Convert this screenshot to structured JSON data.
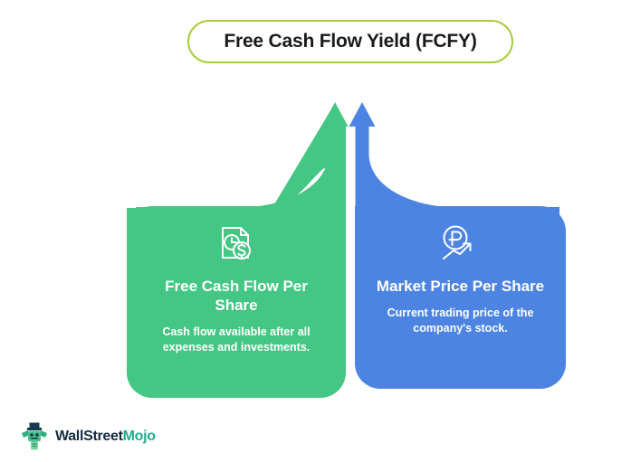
{
  "title": {
    "text": "Free Cash Flow Yield (FCFY)"
  },
  "colors": {
    "pill_border": "#a6ce39",
    "green": "#44c684",
    "blue": "#4d84e2",
    "card_text": "#ffffff",
    "title_text": "#1a1a1a",
    "logo_dark": "#152b3f",
    "logo_green": "#1fae8f",
    "background": "#ffffff"
  },
  "cards": [
    {
      "id": "free-cash-flow-per-share",
      "title": "Free Cash Flow Per Share",
      "description": "Cash flow available after all expenses and investments.",
      "icon": "document-clock-dollar-icon",
      "color": "#44c684",
      "arrow": "up-arrow-green"
    },
    {
      "id": "market-price-per-share",
      "title": "Market Price Per Share",
      "description": "Current trading price of the company's stock.",
      "icon": "ruble-circle-trend-arrow-icon",
      "color": "#4d84e2",
      "arrow": "up-arrow-blue"
    }
  ],
  "logo": {
    "mark": "wallstreetmojo-mascot-icon",
    "word_primary": "WallStreet",
    "word_accent": "Mojo"
  }
}
